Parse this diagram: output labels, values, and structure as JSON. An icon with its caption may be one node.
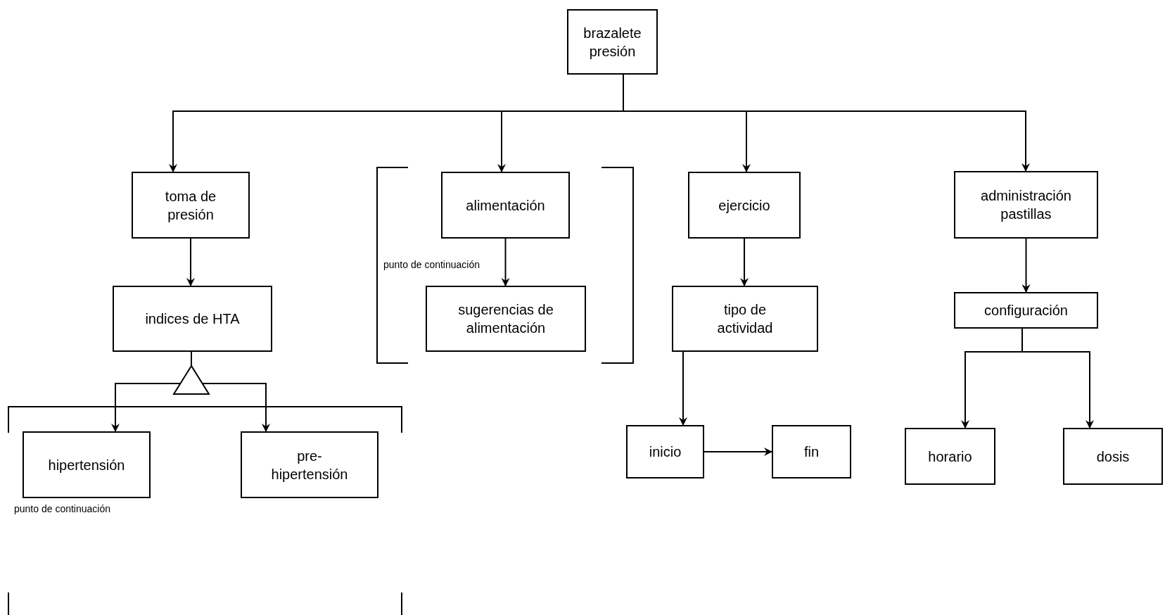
{
  "diagram": {
    "nodes": [
      {
        "text": [
          "brazalete presión"
        ]
      },
      {
        "text": [
          "toma de presión"
        ]
      },
      {
        "text": [
          "indices de HTA"
        ]
      },
      {
        "text": [
          "hipertensión"
        ],
        "beside": [
          "punto de continuación"
        ]
      },
      {
        "text": [
          "pre-hipertensión"
        ]
      },
      {
        "text": [
          "alimentación"
        ]
      },
      {
        "text": [
          "sugerencias de alimentación"
        ]
      },
      {
        "text": [
          "ejercicio"
        ]
      },
      {
        "text": [
          "tipo de actividad"
        ]
      },
      {
        "text": [
          "inicio"
        ]
      },
      {
        "text": [
          "fin"
        ]
      },
      {
        "text": [
          "administración pastillas"
        ]
      },
      {
        "text": [
          "configuración"
        ]
      },
      {
        "text": [
          "horario"
        ]
      },
      {
        "text": [
          "dosis"
        ]
      }
    ],
    "edges": [
      {
        "from": 0,
        "to": 1,
        "arrow": "to"
      },
      {
        "from": 0,
        "to": 5,
        "arrow": "to"
      },
      {
        "from": 0,
        "to": 7,
        "arrow": "to"
      },
      {
        "from": 0,
        "to": 11,
        "arrow": "to"
      },
      {
        "from": 1,
        "to": 2,
        "arrow": "to"
      },
      {
        "from": 2,
        "to": 3,
        "arrow": "to"
      },
      {
        "from": 2,
        "to": 4,
        "arrow": "to"
      },
      {
        "from": 5,
        "to": 6,
        "arrow": "to"
      },
      {
        "from": 7,
        "to": 8,
        "arrow": "to"
      },
      {
        "from": 8,
        "to": 9,
        "arrow": "to"
      },
      {
        "from": 9,
        "to": 10,
        "arrow": "to"
      },
      {
        "from": 11,
        "to": 12,
        "arrow": "to"
      },
      {
        "from": 12,
        "to": 13,
        "arrow": "to"
      },
      {
        "from": 12,
        "to": 14,
        "arrow": "to"
      }
    ],
    "labels": [
      "punto de continuación"
    ]
  }
}
